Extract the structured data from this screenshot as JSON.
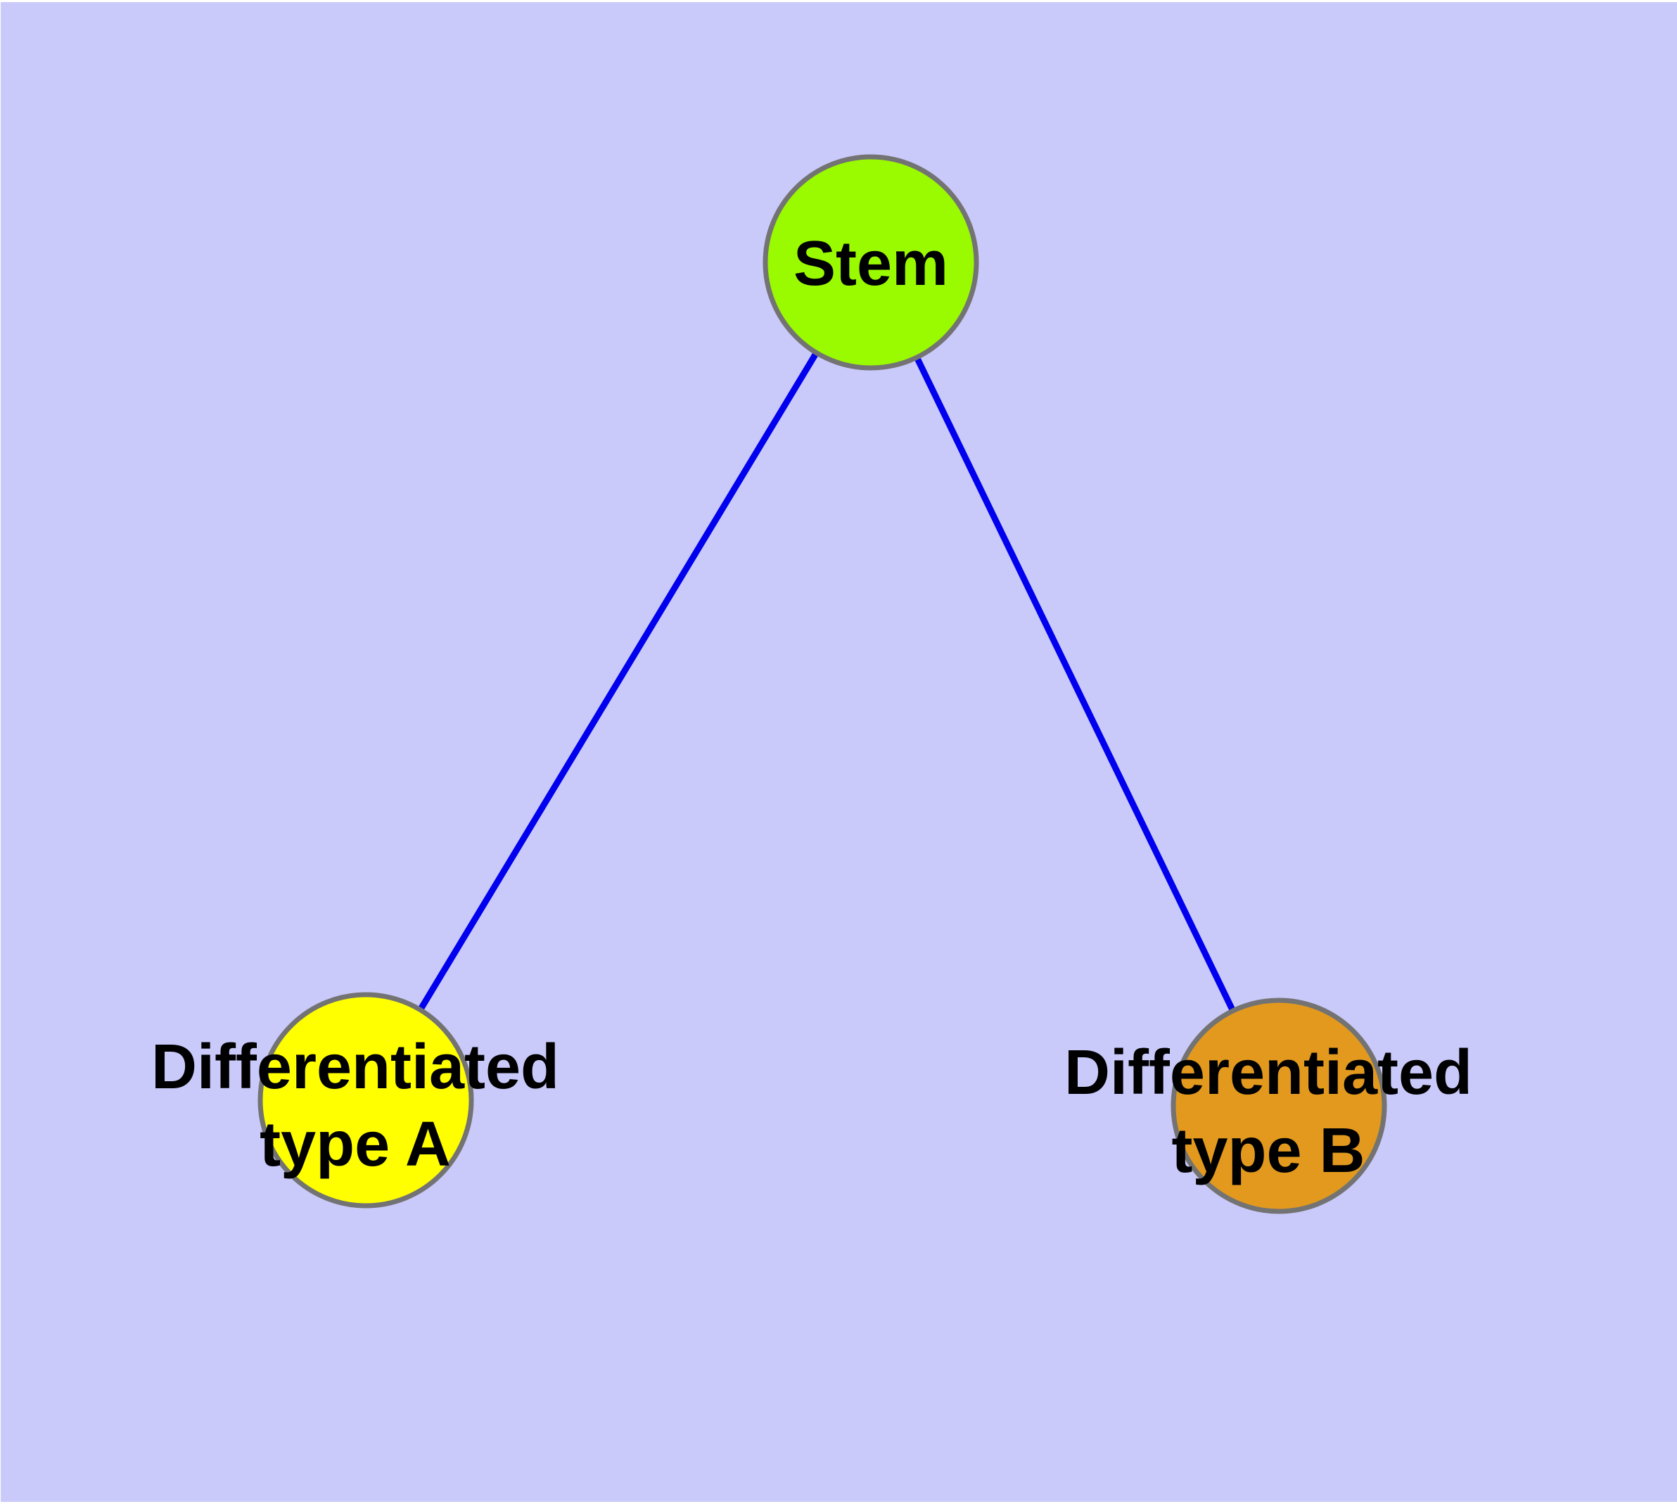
{
  "figure": {
    "background_color": "#C9C9FA",
    "frame_color": "#FFFFFF"
  },
  "graph": {
    "type": "node-link-diagram",
    "edge_color": "#0000EE",
    "node_border_color": "#737373",
    "label_color": "#000000",
    "nodes": [
      {
        "id": "stem",
        "label": "Stem",
        "fill": "#9AFA00"
      },
      {
        "id": "type-a",
        "label_line1": "Differentiated",
        "label_line2": "type A",
        "fill": "#FFFF00"
      },
      {
        "id": "type-b",
        "label_line1": "Differentiated",
        "label_line2": "type B",
        "fill": "#E2991E"
      }
    ],
    "edges": [
      {
        "from": "Stem",
        "to": "Differentiated type A"
      },
      {
        "from": "Stem",
        "to": "Differentiated type B"
      }
    ]
  }
}
